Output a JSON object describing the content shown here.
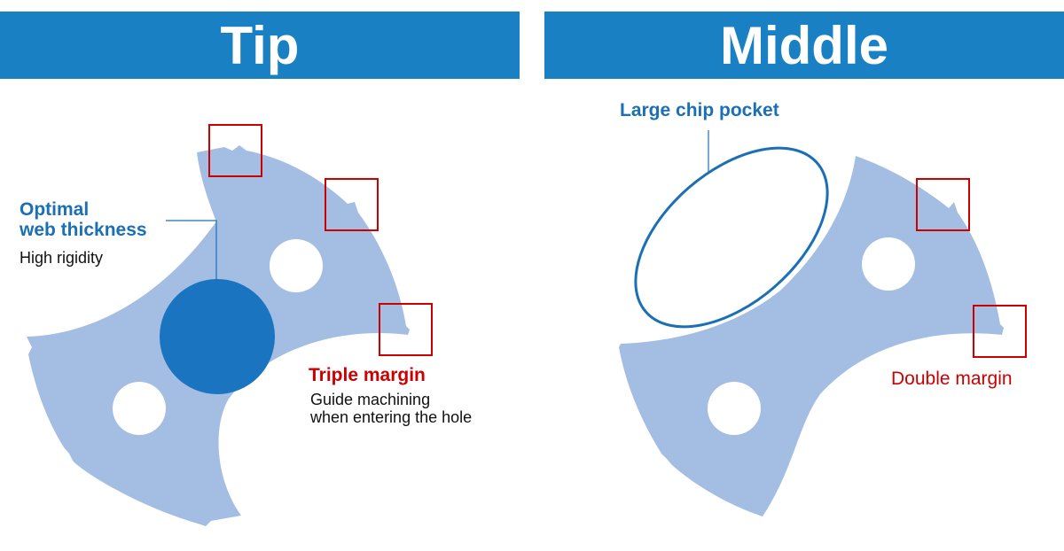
{
  "headers": {
    "tip": "Tip",
    "middle": "Middle"
  },
  "tip": {
    "web_title_line1": "Optimal",
    "web_title_line2": "web thickness",
    "web_sub": "High rigidity",
    "margin_title": "Triple margin",
    "margin_sub_line1": "Guide machining",
    "margin_sub_line2": "when entering the hole"
  },
  "middle": {
    "pocket_title": "Large chip pocket",
    "margin_title": "Double margin"
  },
  "colors": {
    "header_bg": "#1a80c4",
    "drill_fill": "#a4bde3",
    "web_core": "#1a74bf",
    "highlight_box": "#cc0000",
    "callout_blue": "#1a6fb5"
  }
}
